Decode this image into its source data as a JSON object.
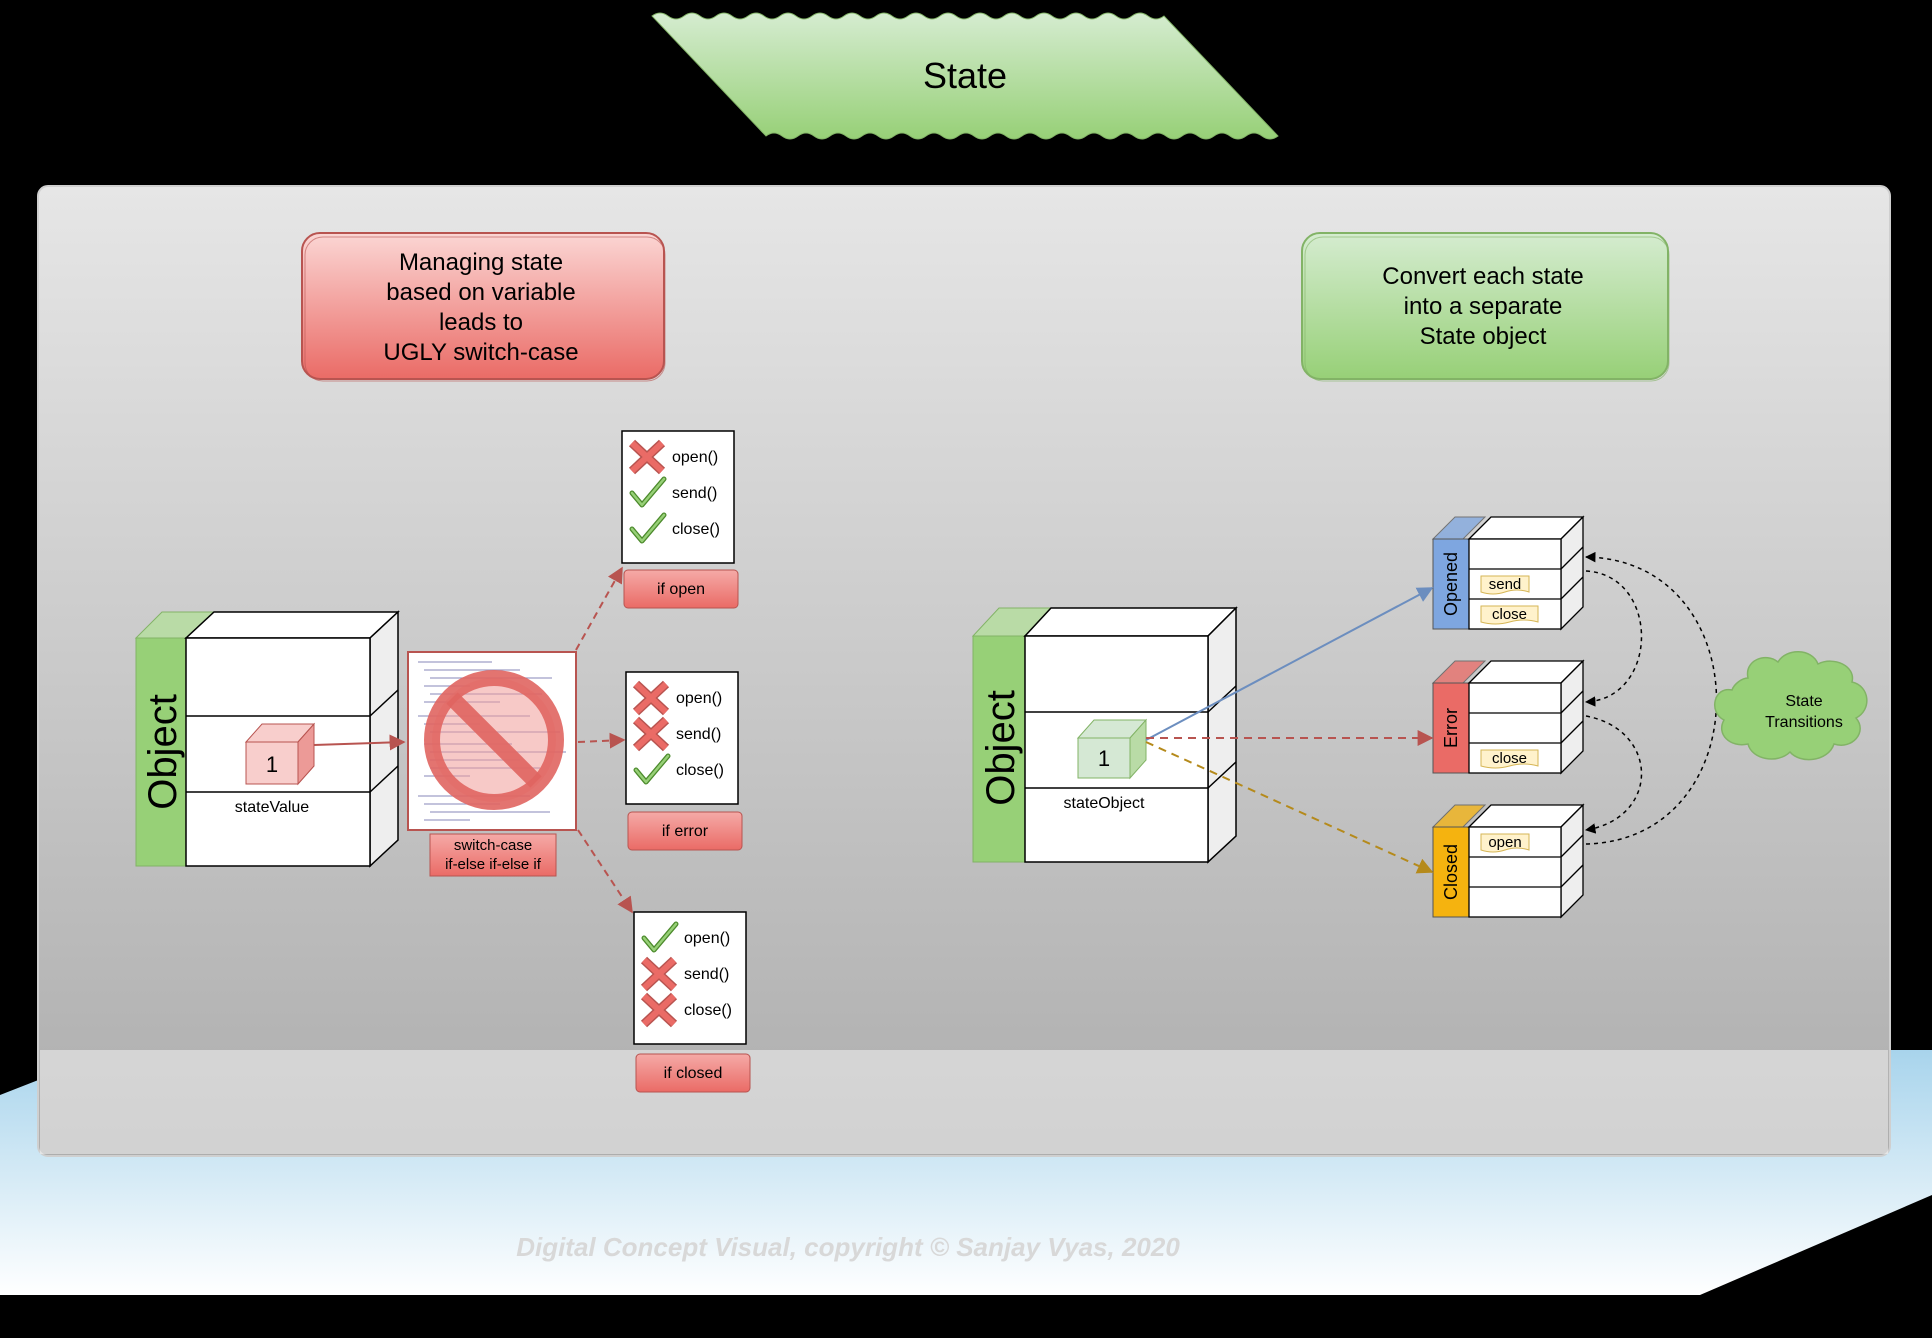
{
  "title": "State",
  "left_note": [
    "Managing state",
    "based on variable",
    "leads to",
    "UGLY switch-case"
  ],
  "right_note": [
    "Convert each state",
    "into a separate",
    "State object"
  ],
  "left_object": {
    "label": "Object",
    "value": "1",
    "field_label": "stateValue"
  },
  "right_object": {
    "label": "Object",
    "value": "1",
    "field_label": "stateObject"
  },
  "switch_label": [
    "switch-case",
    "if-else if-else if"
  ],
  "method_lists": [
    {
      "caption": "if open",
      "items": [
        {
          "name": "open()",
          "allowed": false
        },
        {
          "name": "send()",
          "allowed": true
        },
        {
          "name": "close()",
          "allowed": true
        }
      ]
    },
    {
      "caption": "if error",
      "items": [
        {
          "name": "open()",
          "allowed": false
        },
        {
          "name": "send()",
          "allowed": false
        },
        {
          "name": "close()",
          "allowed": true
        }
      ]
    },
    {
      "caption": "if closed",
      "items": [
        {
          "name": "open()",
          "allowed": true
        },
        {
          "name": "send()",
          "allowed": false
        },
        {
          "name": "close()",
          "allowed": false
        }
      ]
    }
  ],
  "states": [
    {
      "name": "Opened",
      "methods": [
        "send",
        "close"
      ],
      "color": "#7ea6e0"
    },
    {
      "name": "Error",
      "methods": [
        "close"
      ],
      "color": "#ea6b66"
    },
    {
      "name": "Closed",
      "methods": [
        "open"
      ],
      "color": "#f5b30f"
    }
  ],
  "transitions_label": [
    "State",
    "Transitions"
  ],
  "copyright": "Digital Concept Visual, copyright © Sanjay Vyas, 2020",
  "colors": {
    "red_fill": "#f8cecc",
    "red_stroke": "#b85450",
    "green_fill": "#d5e8d4",
    "green_stroke": "#82b366",
    "blue_arrow": "#6c8ebf",
    "red_arrow": "#b85450",
    "orange_arrow": "#b58a1b"
  }
}
